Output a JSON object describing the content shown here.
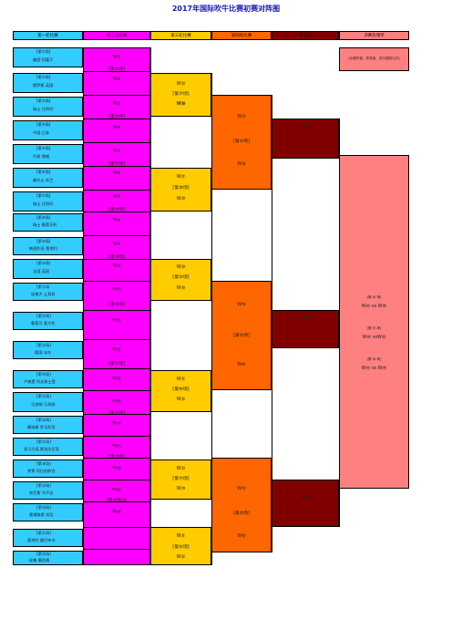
{
  "title": "2017年国际吹牛比赛初赛对阵图",
  "headers": [
    "第一轮比赛",
    "第二轮比赛",
    "第三轮比赛",
    "第四轮比赛",
    "第五轮",
    "决赛及颁奖"
  ],
  "teams": [
    {
      "venue": "[第①场]",
      "names": "美国  阿富汗"
    },
    {
      "venue": "[第②场]",
      "names": "俄罗斯  英国"
    },
    {
      "venue": "[第③场]",
      "names": "瑞士  比利时"
    },
    {
      "venue": "[第④场]",
      "names": "中国  日本"
    },
    {
      "venue": "[第⑤场]",
      "names": "丹麦  挪威"
    },
    {
      "venue": "[第⑥场]",
      "names": "威尔士  苏兰"
    },
    {
      "venue": "[第⑦场]",
      "names": "瑞士  比利时"
    },
    {
      "venue": "[第⑧场]",
      "names": "瑞士  葡萄牙利"
    },
    {
      "venue": "[第⑨场]",
      "names": "韩国利亚  奥地利"
    },
    {
      "venue": "[第⑩场]",
      "names": "法国  英国"
    },
    {
      "venue": "[第⑪场",
      "names": "加拿大  土耳其"
    },
    {
      "venue": "[第⑫场]",
      "names": "葡萄牙  意大利"
    },
    {
      "venue": "[第⑬场]",
      "names": "德国  冰岛"
    },
    {
      "venue": "[第⑭场]",
      "names": "卢森堡  列支敦士登"
    },
    {
      "venue": "[第⑮场]",
      "names": "马其顿  马耳他"
    },
    {
      "venue": "[第⑯场]",
      "names": "摩纳哥  罗马利亚"
    },
    {
      "venue": "[第⑰场]",
      "names": "圣马力诺  斯洛文尼亚"
    },
    {
      "venue": "[第⑱场]",
      "names": "梵蒂  阿拉伯联合"
    },
    {
      "venue": "[第⑲场]",
      "names": "突尼斯  乌干达"
    },
    {
      "venue": "[第⑳场]",
      "names": "塞浦路斯  埃及"
    },
    {
      "venue": "[第㉑场]",
      "names": "奥地利  捷巴布韦"
    },
    {
      "venue": "[第㉒场]",
      "names": "秘鲁  墨西哥"
    }
  ],
  "round2": [
    {
      "winner": "W①",
      "venue": "[第㉕场]"
    },
    {
      "winner": "W②",
      "venue": ""
    },
    {
      "winner": "W③",
      "venue": "[第㉖场]"
    },
    {
      "winner": "W④",
      "venue": ""
    },
    {
      "winner": "W⑤",
      "venue": "[第㉗场]"
    },
    {
      "winner": "W⑥",
      "venue": ""
    },
    {
      "winner": "W⑦",
      "venue": "[第㉘场]"
    },
    {
      "winner": "W⑧",
      "venue": ""
    },
    {
      "winner": "W⑨",
      "venue": "[第㉙场]"
    },
    {
      "winner": "W⑩",
      "venue": ""
    },
    {
      "winner": "W⑪",
      "venue": "[第㉚场]"
    },
    {
      "winner": "W⑫",
      "venue": ""
    },
    {
      "winner": "W⑬",
      "venue": "[第㉛场]"
    },
    {
      "winner": "W⑭",
      "venue": ""
    },
    {
      "winner": "W⑮",
      "venue": "[第㉜场]"
    },
    {
      "winner": "W⑯",
      "venue": ""
    },
    {
      "winner": "W⑰",
      "venue": "[第㉝场]"
    },
    {
      "winner": "W⑱",
      "venue": ""
    },
    {
      "winner": "W⑲",
      "venue": "[第㉞场]①"
    },
    {
      "winner": "W⑳",
      "venue": ""
    }
  ],
  "round3": [
    {
      "top": "W㉕",
      "venue": "[第㊲场]",
      "bottom": "W㉖"
    },
    {
      "top": "W㉗",
      "venue": "[第㊳场]",
      "bottom": "W㉘"
    },
    {
      "top": "W㉙",
      "venue": "[第㊴场]",
      "bottom": "W㉚"
    },
    {
      "top": "W㉛",
      "venue": "[第㊵场]",
      "bottom": "W㉜"
    },
    {
      "top": "W㉝",
      "venue": "[第㊶场]",
      "bottom": "W㉞"
    },
    {
      "top": "W㉑",
      "venue": "[第㊷场]",
      "bottom": "W㉒"
    }
  ],
  "round4": [
    {
      "top": "W㊲",
      "venue": "[第㊸场]",
      "bottom": "W㊳"
    },
    {
      "top": "W㊴",
      "venue": "[第㊹场]",
      "bottom": "W㊵"
    },
    {
      "top": "W㊶",
      "venue": "[第㊺场]",
      "bottom": "W㊷"
    }
  ],
  "round5": [
    "W㊸",
    "W㊹",
    "W㊺"
  ],
  "finals": {
    "note": "(比赛终极、获奖者、进行颁奖仪式)",
    "matches": [
      {
        "label": "[第 ㊻ 场]",
        "pair": "W㊸  vs W㊹"
      },
      {
        "label": "[第 ㊼ 场]",
        "pair": "W㊹  vsW㊺"
      },
      {
        "label": "[第 ㊽ 场]",
        "pair": "W㊸  vs W㊺"
      }
    ]
  },
  "colors": {
    "blue": "#33ccff",
    "magenta": "#ff00ff",
    "yellow": "#ffcc00",
    "orange": "#ff6600",
    "maroon": "#800000",
    "pink": "#ff8080"
  }
}
